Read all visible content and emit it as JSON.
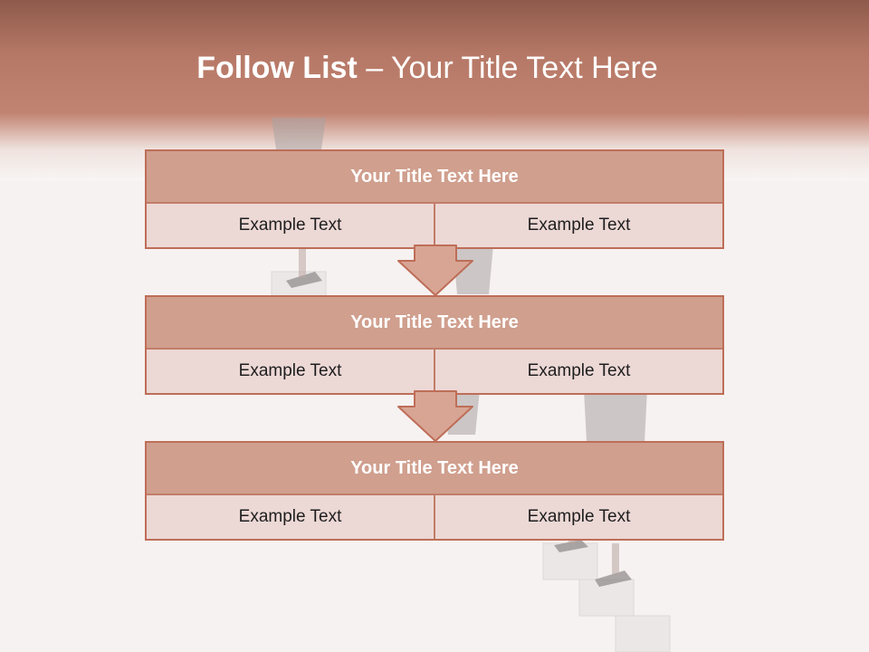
{
  "slide": {
    "title_bold": "Follow List",
    "title_rest": " – Your Title Text Here"
  },
  "cards": [
    {
      "title": "Your Title Text Here",
      "left": "Example Text",
      "right": "Example Text"
    },
    {
      "title": "Your Title Text Here",
      "left": "Example Text",
      "right": "Example Text"
    },
    {
      "title": "Your Title Text Here",
      "left": "Example Text",
      "right": "Example Text"
    }
  ],
  "colors": {
    "header_band": "#b67866",
    "card_border": "#be6e58",
    "card_head": "#d09f8e",
    "card_cell": "#ecd8d5",
    "arrow_fill": "#d8a595"
  },
  "icons": [
    "down-arrow-icon"
  ]
}
